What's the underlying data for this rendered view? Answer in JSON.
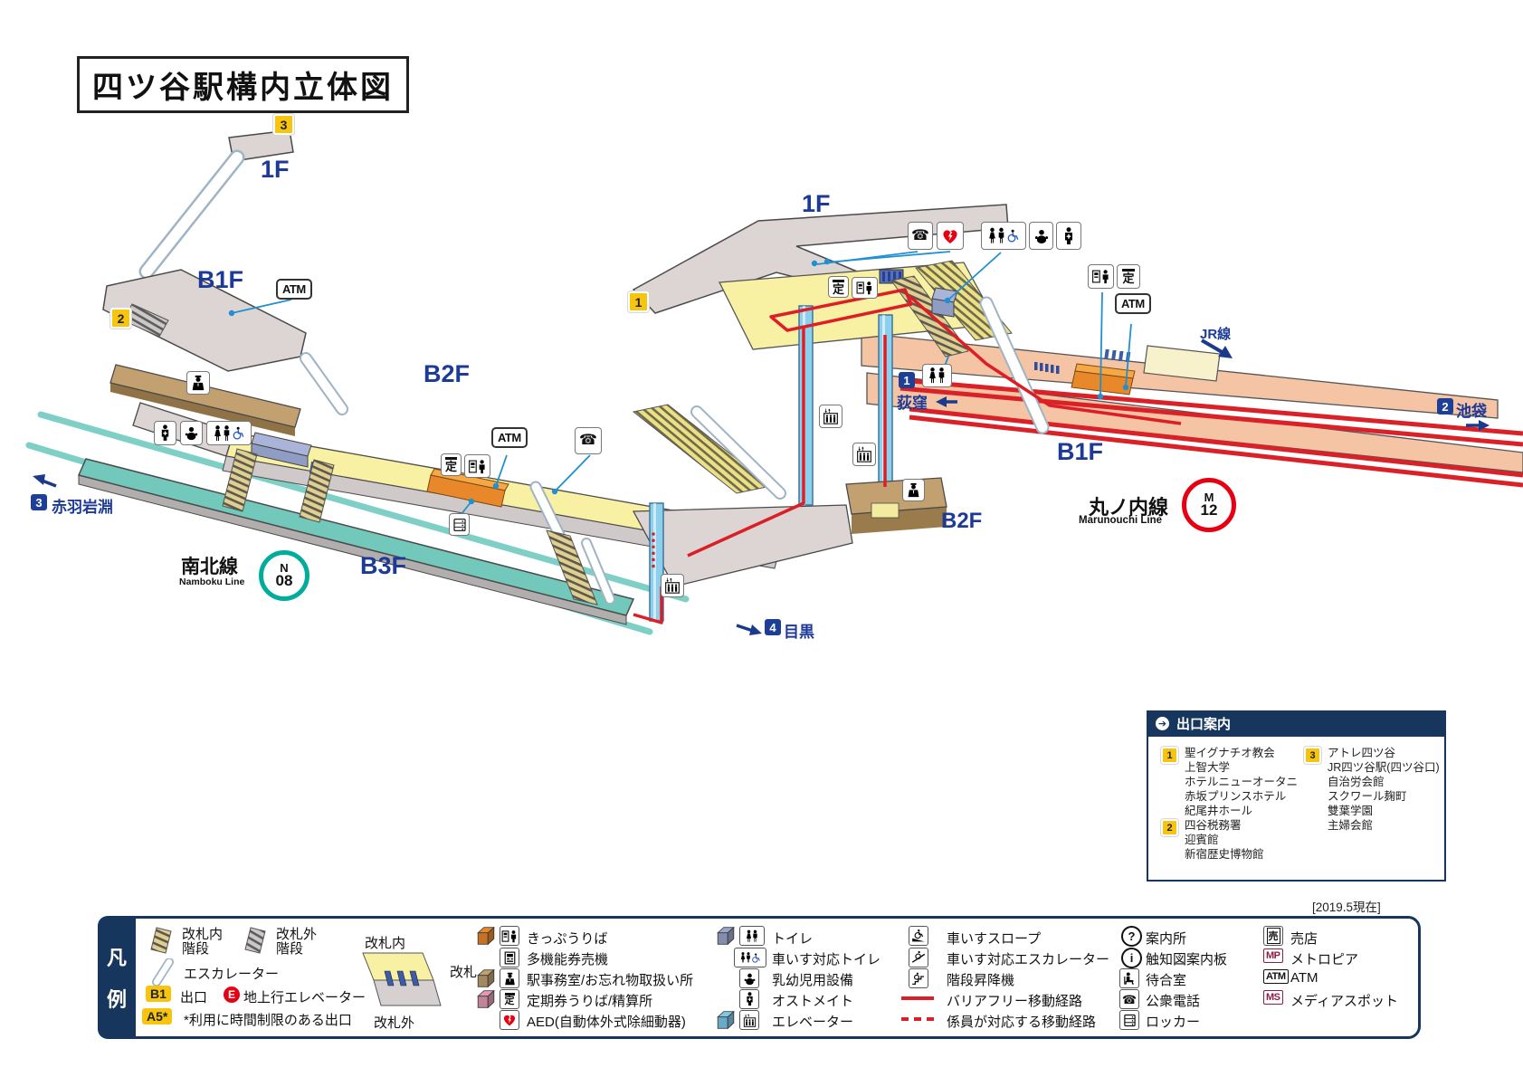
{
  "title": "四ツ谷駅構内立体図",
  "as_of": "[2019.5現在]",
  "icons": {
    "phone": "☎",
    "teiki": "定",
    "kiosk": "売",
    "info_q": "?",
    "info_i": "i",
    "metropia": "MP",
    "mediaspot": "MS",
    "atm": "ATM",
    "exit_arrow": "➔"
  },
  "map": {
    "floor_labels": {
      "f1_left": "1F",
      "b1f_left": "B1F",
      "b2f_left": "B2F",
      "b3f": "B3F",
      "f1_center": "1F",
      "b1f_right": "B1F",
      "b2f_right": "B2F"
    },
    "exit_badges": {
      "e1": "1",
      "e2": "2",
      "e3": "3"
    },
    "atm": "ATM",
    "directions": {
      "akabane": {
        "num": "3",
        "label": "赤羽岩淵"
      },
      "meguro": {
        "num": "4",
        "label": "目黒"
      },
      "ogikubo": {
        "num": "1",
        "label": "荻窪"
      },
      "ikebukuro": {
        "num": "2",
        "label": "池袋"
      },
      "jr": {
        "label": "JR線"
      }
    },
    "lines": {
      "namboku": {
        "name": "南北線",
        "name_en": "Namboku Line",
        "code_letter": "N",
        "code_number": "08",
        "color": "#00ac9b"
      },
      "marunouchi": {
        "name": "丸ノ内線",
        "name_en": "Marunouchi Line",
        "code_letter": "M",
        "code_number": "12",
        "color": "#e60012"
      }
    }
  },
  "exit_guide": {
    "header": "出口案内",
    "col1": [
      {
        "num": "1",
        "lines": [
          "聖イグナチオ教会",
          "上智大学",
          "ホテルニューオータニ",
          "赤坂プリンスホテル",
          "紀尾井ホール"
        ]
      },
      {
        "num": "2",
        "lines": [
          "四谷税務署",
          "迎賓館",
          "新宿歴史博物館"
        ]
      }
    ],
    "col2": [
      {
        "num": "3",
        "lines": [
          "アトレ四ツ谷",
          "JR四ツ谷駅(四ツ谷口)",
          "自治労会館",
          "スクワール麹町",
          "雙葉学園",
          "主婦会館"
        ]
      }
    ]
  },
  "legend": {
    "tab": [
      "凡",
      "例"
    ],
    "colA": {
      "stairs_in": "改札内階段",
      "stairs_out": "改札外階段",
      "escalator": "エスカレーター",
      "exit_badge": "B1",
      "exit": "出口",
      "elev_badge": "E",
      "elev_ground": "地上行エレベーター",
      "limited_badge": "A5*",
      "limited": "*利用に時間制限のある出口"
    },
    "gates": {
      "inside": "改札内",
      "gate": "改札",
      "outside": "改札外"
    },
    "colC": [
      "きっぷうりば",
      "多機能券売機",
      "駅事務室/お忘れ物取扱い所",
      "定期券うりば/精算所",
      "AED(自動体外式除細動器)"
    ],
    "colD": [
      "トイレ",
      "車いす対応トイレ",
      "乳幼児用設備",
      "オストメイト",
      "エレベーター"
    ],
    "colE": [
      "車いすスロープ",
      "車いす対応エスカレーター",
      "階段昇降機",
      "バリアフリー移動経路",
      "係員が対応する移動経路"
    ],
    "colF": [
      "案内所",
      "触知図案内板",
      "待合室",
      "公衆電話",
      "ロッカー"
    ],
    "colG": [
      "売店",
      "メトロピア",
      "ATM",
      "メディアスポット"
    ]
  }
}
